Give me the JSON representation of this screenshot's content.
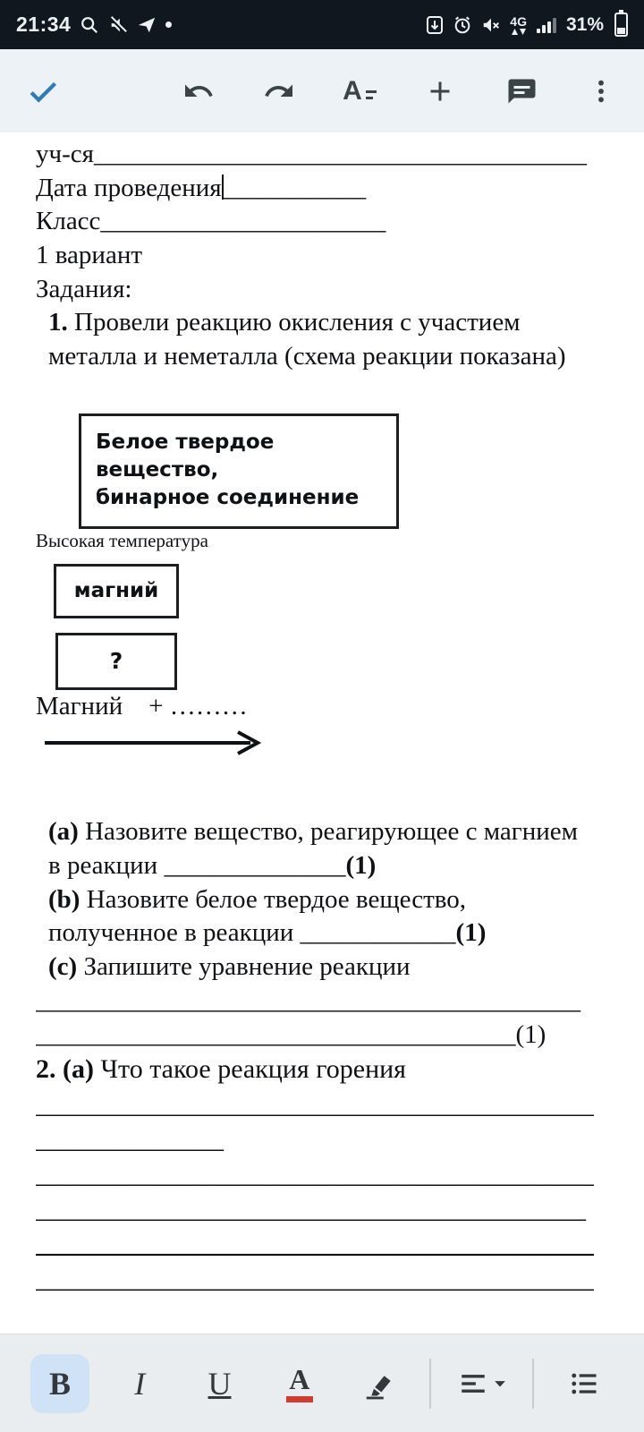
{
  "status_bar": {
    "time": "21:34",
    "network_label": "4G",
    "battery_percent": "31%"
  },
  "top_toolbar": {
    "icons": [
      "check-icon",
      "undo-icon",
      "redo-icon",
      "format-text-icon",
      "add-icon",
      "comment-icon",
      "more-icon"
    ],
    "check_color": "#2b7cb9"
  },
  "doc": {
    "line_uchsya": "уч-ся______________________________________",
    "line_date_label": "Дата проведения",
    "line_date_blank": "___________",
    "line_class": "Класс______________________",
    "line_variant": "1 вариант",
    "tasks_label": "Задания:",
    "q1_num": "1.",
    "q1_text": " Провели реакцию окисления с участием металла и неметалла (схема реакции показана)",
    "box_product_line1": "Белое твердое вещество,",
    "box_product_line2": "бинарное соединение",
    "condition_label": "Высокая температура",
    "box_magnesium": "магний",
    "box_unknown": "?",
    "equation_line": "Магний    + ………",
    "qa_label": "(a)",
    "qa_text": " Назовите вещество, реагирующее с магнием в реакции ",
    "qa_blank": "______________",
    "qa_mark": "(1)",
    "qb_label": "(b)",
    "qb_text": " Назовите белое твердое вещество, полученное в реакции ",
    "qb_blank": "____________",
    "qb_mark": "(1)",
    "qc_label": "(c)",
    "qc_text": " Запишите уравнение реакции",
    "qc_line1": "__________________________________________",
    "qc_line2": "_____________________________________",
    "qc_mark": "(1)",
    "q2_label": "2. (a)",
    "q2_text": " Что такое реакция горения",
    "answer_lines": [
      "___________________________________________",
      "______________",
      "___________________________________________",
      "_________________________________________",
      "___________________________________________",
      "___________________________________________"
    ]
  },
  "bottom_toolbar": {
    "bold_label": "B",
    "italic_label": "I",
    "underline_label": "U",
    "color_label": "A",
    "icons": [
      "highlighter-icon",
      "align-icon",
      "chevron-down-icon",
      "bullet-list-icon"
    ],
    "active_color": "#cfe2f6",
    "red_accent": "#d23b2f"
  }
}
